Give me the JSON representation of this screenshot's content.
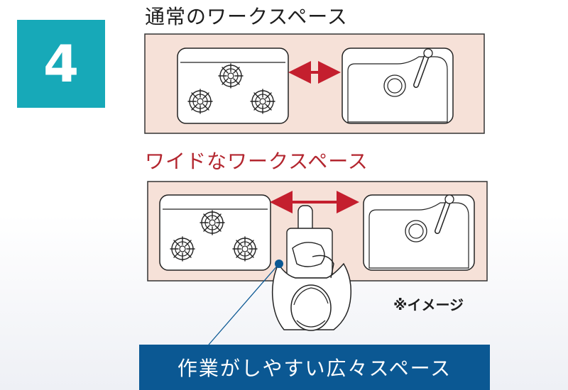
{
  "step": {
    "number": "4"
  },
  "sections": {
    "normal": {
      "title": "通常のワークスペース"
    },
    "wide": {
      "title": "ワイドなワークスペース"
    }
  },
  "note": "※イメージ",
  "banner": "作業がしやすい広々スペース",
  "colors": {
    "badge": "#17a9b8",
    "counter": "#f6e1d8",
    "arrow": "#c41f2e",
    "wide_title": "#b3262f",
    "banner": "#0b5893",
    "callout_dot": "#0b5893"
  },
  "icons": [
    "gas-burner-icon",
    "sink-icon",
    "faucet-icon",
    "double-arrow-icon",
    "person-icon",
    "cutting-board-icon"
  ]
}
